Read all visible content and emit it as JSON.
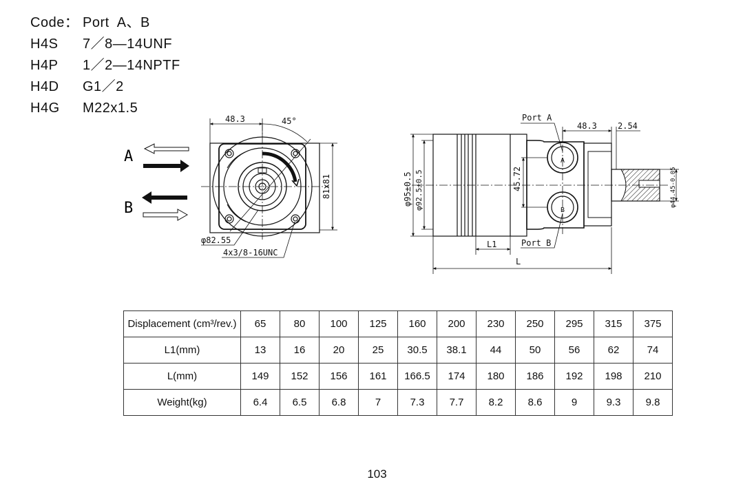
{
  "codes": [
    {
      "key": "Code：",
      "value": "Port  A、B"
    },
    {
      "key": "H4S",
      "value": "7／8—14UNF"
    },
    {
      "key": "H4P",
      "value": "1／2—14NPTF"
    },
    {
      "key": "H4D",
      "value": "G1／2"
    },
    {
      "key": "H4G",
      "value": "M22x1.5"
    }
  ],
  "front_view": {
    "dim_top": "48.3",
    "angle": "45°",
    "dim_side": "81x81",
    "pilot": "φ82.55",
    "bolts": "4x3/8-16UNC",
    "arrow_a": "A",
    "arrow_b": "B"
  },
  "side_view": {
    "port_a": "Port A",
    "port_b": "Port B",
    "dim_483": "48.3",
    "dim_254": "2.54",
    "dim_4572": "45.72",
    "dim_d95": "φ95±0.5",
    "dim_d925": "φ92.5±0.5",
    "dim_shaft": "φ44.45-0.05",
    "label_l1": "L1",
    "label_l": "L",
    "letter_a": "A",
    "letter_b": "B"
  },
  "table": {
    "rows": [
      {
        "label": "Displacement (cm³/rev.)",
        "values": [
          "65",
          "80",
          "100",
          "125",
          "160",
          "200",
          "230",
          "250",
          "295",
          "315",
          "375"
        ]
      },
      {
        "label": "L1(mm)",
        "values": [
          "13",
          "16",
          "20",
          "25",
          "30.5",
          "38.1",
          "44",
          "50",
          "56",
          "62",
          "74"
        ]
      },
      {
        "label": "L(mm)",
        "values": [
          "149",
          "152",
          "156",
          "161",
          "166.5",
          "174",
          "180",
          "186",
          "192",
          "198",
          "210"
        ]
      },
      {
        "label": "Weight(kg)",
        "values": [
          "6.4",
          "6.5",
          "6.8",
          "7",
          "7.3",
          "7.7",
          "8.2",
          "8.6",
          "9",
          "9.3",
          "9.8"
        ]
      }
    ]
  },
  "page_number": "103"
}
